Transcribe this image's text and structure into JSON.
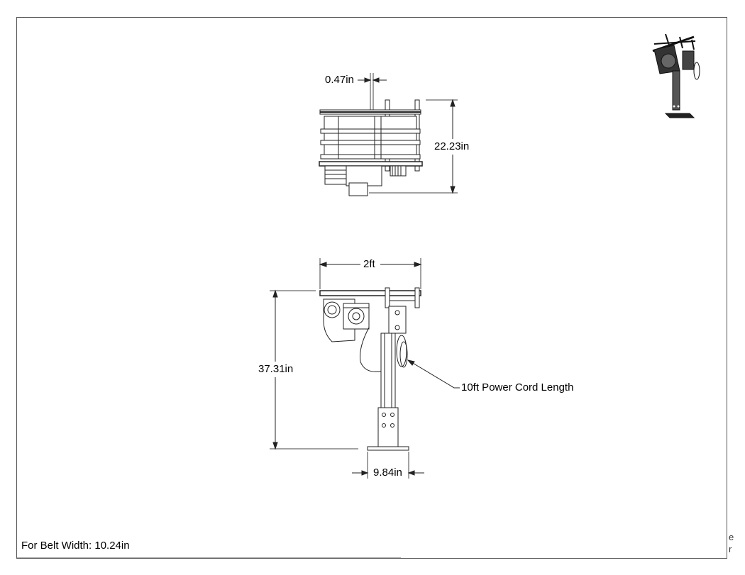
{
  "drawing": {
    "dimensions": {
      "gap_width": "0.47in",
      "height_top_view": "22.23in",
      "overall_width": "2ft",
      "overall_height": "37.31in",
      "base_width": "9.84in"
    },
    "callouts": {
      "power_cord": "10ft Power Cord Length"
    },
    "footer": {
      "belt_width": "For Belt Width: 10.24in"
    },
    "edge_fragments": [
      "e",
      "r"
    ]
  }
}
